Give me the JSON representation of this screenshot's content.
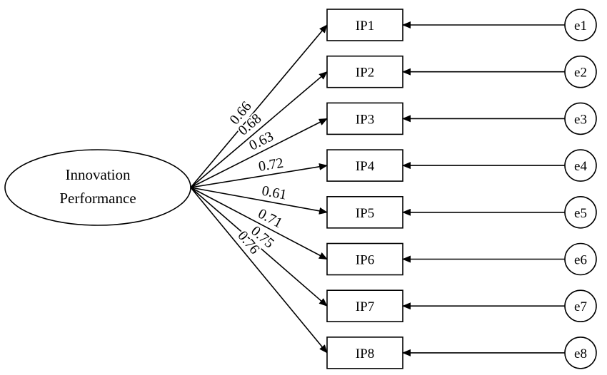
{
  "latent": {
    "label_line1": "Innovation",
    "label_line2": "Performance"
  },
  "indicators": [
    {
      "label": "IP1",
      "loading": "0.66",
      "error": "e1"
    },
    {
      "label": "IP2",
      "loading": "0.68",
      "error": "e2"
    },
    {
      "label": "IP3",
      "loading": "0.63",
      "error": "e3"
    },
    {
      "label": "IP4",
      "loading": "0.72",
      "error": "e4"
    },
    {
      "label": "IP5",
      "loading": "0.61",
      "error": "e5"
    },
    {
      "label": "IP6",
      "loading": "0.71",
      "error": "e6"
    },
    {
      "label": "IP7",
      "loading": "0.75",
      "error": "e7"
    },
    {
      "label": "IP8",
      "loading": "0.76",
      "error": "e8"
    }
  ]
}
